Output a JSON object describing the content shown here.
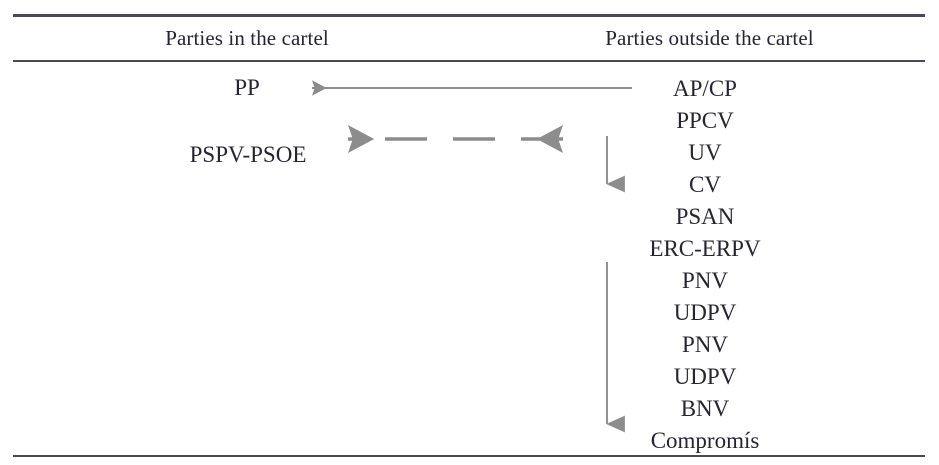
{
  "figure": {
    "type": "two-column-relationship-table",
    "background_color": "#ffffff",
    "text_color": "#272333",
    "rule_color": "#4a4a52",
    "arrow_color": "#8c8c8c"
  },
  "columns": {
    "left_header": "Parties in the cartel",
    "right_header": "Parties outside the cartel"
  },
  "left_column": {
    "entries": [
      {
        "label": "PP"
      },
      {
        "label": "PSPV-PSOE"
      }
    ]
  },
  "right_column": {
    "entries": [
      {
        "label": "AP/CP"
      },
      {
        "label": "PPCV"
      },
      {
        "label": "UV"
      },
      {
        "label": "CV"
      },
      {
        "label": "PSAN"
      },
      {
        "label": "ERC-ERPV"
      },
      {
        "label": "PNV"
      },
      {
        "label": "UDPV"
      },
      {
        "label": "PNV"
      },
      {
        "label": "UDPV"
      },
      {
        "label": "BNV"
      },
      {
        "label": "Compromís"
      }
    ]
  },
  "connectors": [
    {
      "name": "solid-left-arrow-ap-cp-to-pp",
      "style": "solid",
      "direction": "left",
      "from": "AP/CP",
      "to": "PP"
    },
    {
      "name": "dashed-double-arrow-pspv-psoe",
      "style": "dashed",
      "direction": "both",
      "from": "PSPV-PSOE",
      "to": "right column"
    },
    {
      "name": "vertical-arrow-upper",
      "style": "solid",
      "direction": "down",
      "from": "AP/CP group",
      "to": "CV"
    },
    {
      "name": "vertical-arrow-lower",
      "style": "solid",
      "direction": "down",
      "from": "ERC-ERPV group",
      "to": "Compromís"
    }
  ]
}
